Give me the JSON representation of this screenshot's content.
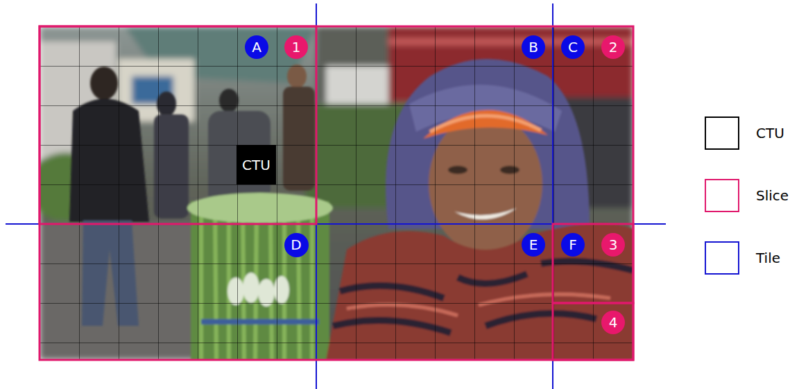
{
  "diagram": {
    "nodes": [
      {
        "text": [
          "A"
        ]
      },
      {
        "text": [
          "1"
        ]
      },
      {
        "text": [
          "B"
        ]
      },
      {
        "text": [
          "C"
        ]
      },
      {
        "text": [
          "2"
        ]
      },
      {
        "text": [
          "CTU"
        ]
      },
      {
        "text": [
          "D"
        ]
      },
      {
        "text": [
          "E"
        ]
      },
      {
        "text": [
          "F"
        ]
      },
      {
        "text": [
          "3"
        ]
      },
      {
        "text": [
          "4"
        ]
      }
    ],
    "legend": [
      {
        "text": "CTU"
      },
      {
        "text": "Slice"
      },
      {
        "text": "Tile"
      }
    ]
  }
}
